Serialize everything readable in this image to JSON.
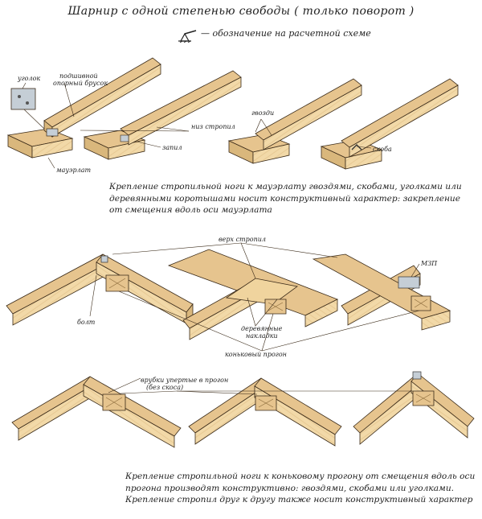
{
  "title": "Шарнир с одной степенью свободы ( только поворот )",
  "legend": {
    "icon": "hinge-symbol-icon",
    "text": "— обозначение на расчетной схеме"
  },
  "top_labels": {
    "ugolok": "уголок",
    "podshivnoy_1": "подшивной",
    "podshivnoy_2": "опорный брусок",
    "niz_stropil": "низ стропил",
    "zapil": "запил",
    "mauerlat": "мауэрлат",
    "gvozdi": "гвозди",
    "skoba": "скоба"
  },
  "caption_top": [
    "Крепление стропильной ноги к мауэрлату гвоздями, скобами, уголками или",
    "деревянными коротышами носит конструктивный характер: закрепление",
    "от смещения вдоль оси мауэрлата"
  ],
  "mid_labels": {
    "verh_stropil": "верх стропил",
    "mzp": "МЗП",
    "bolt": "болт",
    "nakladki_1": "деревянные",
    "nakladki_2": "накладки",
    "konkovy_progon": "коньковый прогон",
    "vrubki_1": "врубки упертые в прогон",
    "vrubki_2": "(без скоса)"
  },
  "caption_bottom": [
    "Крепление стропильной ноги к коньковому прогону от смещения вдоль оси",
    "прогона производят конструктивно: гвоздями, скобами или уголками.",
    "Крепление стропил друг к другу также носит конструктивный характер"
  ],
  "colors": {
    "wood": "#f2d9a8",
    "wood_dark": "#d9b77c",
    "wood_side": "#e6c48e",
    "outline": "#3a2a18",
    "metal": "#c5ced6",
    "accent": "#c0392b"
  }
}
